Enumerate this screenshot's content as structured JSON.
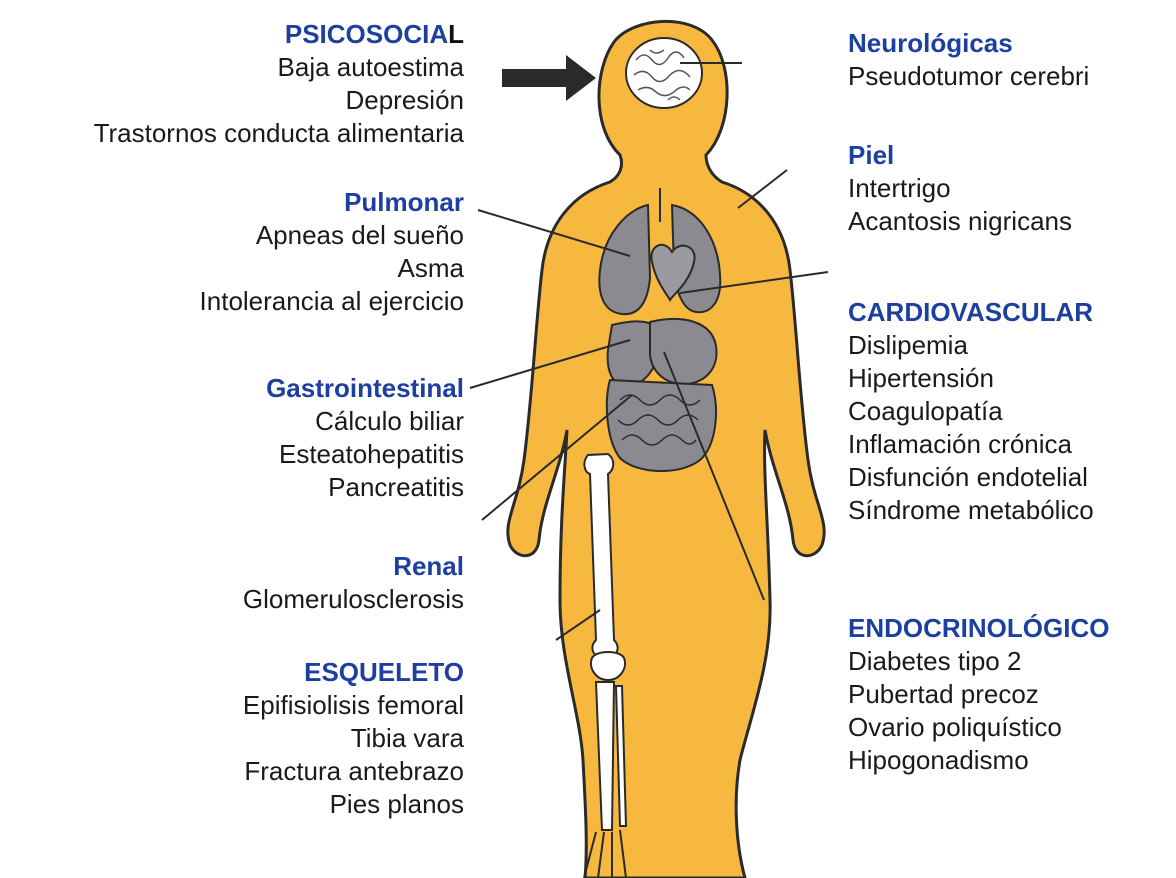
{
  "left_groups": [
    {
      "heading": "PSICOSOCIA",
      "heading_suffix": "L",
      "items": [
        "Baja autoestima",
        "Depresión",
        "Trastornos conducta alimentaria"
      ]
    },
    {
      "heading": "Pulmonar",
      "items": [
        "Apneas del sueño",
        "Asma",
        "Intolerancia al ejercicio"
      ]
    },
    {
      "heading": "Gastrointestinal",
      "items": [
        "Cálculo biliar",
        "Esteatohepatitis",
        "Pancreatitis"
      ]
    },
    {
      "heading": "Renal",
      "items": [
        "Glomerulosclerosis"
      ]
    },
    {
      "heading": "ESQUELETO",
      "items": [
        "Epifisiolisis femoral",
        "Tibia vara",
        "Fractura antebrazo",
        "Pies planos"
      ]
    }
  ],
  "right_groups": [
    {
      "heading": "Neurológicas",
      "items": [
        "Pseudotumor cerebri"
      ]
    },
    {
      "heading": "Piel",
      "items": [
        "Intertrigo",
        "Acantosis nigricans"
      ]
    },
    {
      "heading": "CARDIOVASCULAR",
      "items": [
        "Dislipemia",
        "Hipertensión",
        "Coagulopatía",
        "Inflamación crónica",
        "Disfunción endotelial",
        "Síndrome metabólico"
      ]
    },
    {
      "heading": "ENDOCRINOLÓGICO",
      "items": [
        "Diabetes tipo 2",
        "Pubertad precoz",
        "Ovario poliquístico",
        "Hipogonadismo"
      ]
    }
  ],
  "colors": {
    "heading": "#1d3fa0",
    "body_fill": "#f7b840",
    "organ_fill": "#8a8a90",
    "outline": "#2a2a2a"
  }
}
